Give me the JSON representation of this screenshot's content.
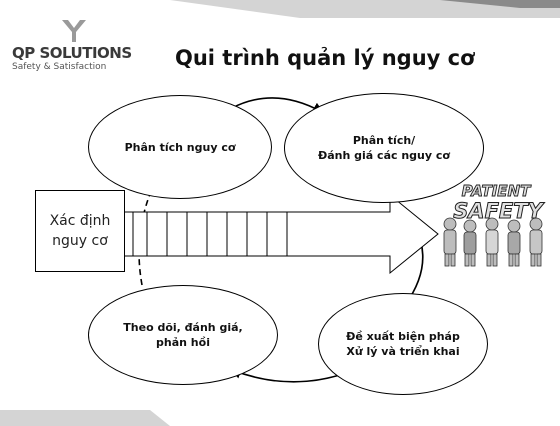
{
  "logo": {
    "name": "QP SOLUTIONS",
    "tagline": "Safety & Satisfaction"
  },
  "title": "Qui trình quản lý nguy cơ",
  "identify_box": {
    "line1": "Xác định",
    "line2": "nguy cơ"
  },
  "steps": {
    "analyze": {
      "line1": "Phân tích nguy cơ"
    },
    "assess": {
      "line1": "Phân tích/",
      "line2": "Đánh giá các nguy cơ"
    },
    "propose": {
      "line1": "Đề xuất biện pháp",
      "line2": "Xử lý và triển khai"
    },
    "monitor": {
      "line1": "Theo dõi, đánh giá,",
      "line2": "phản hồi"
    }
  },
  "badge": {
    "line1": "PATIENT",
    "line2": "SAFETY"
  },
  "colors": {
    "outline": "#000000",
    "corner": "#cfcfcf"
  }
}
